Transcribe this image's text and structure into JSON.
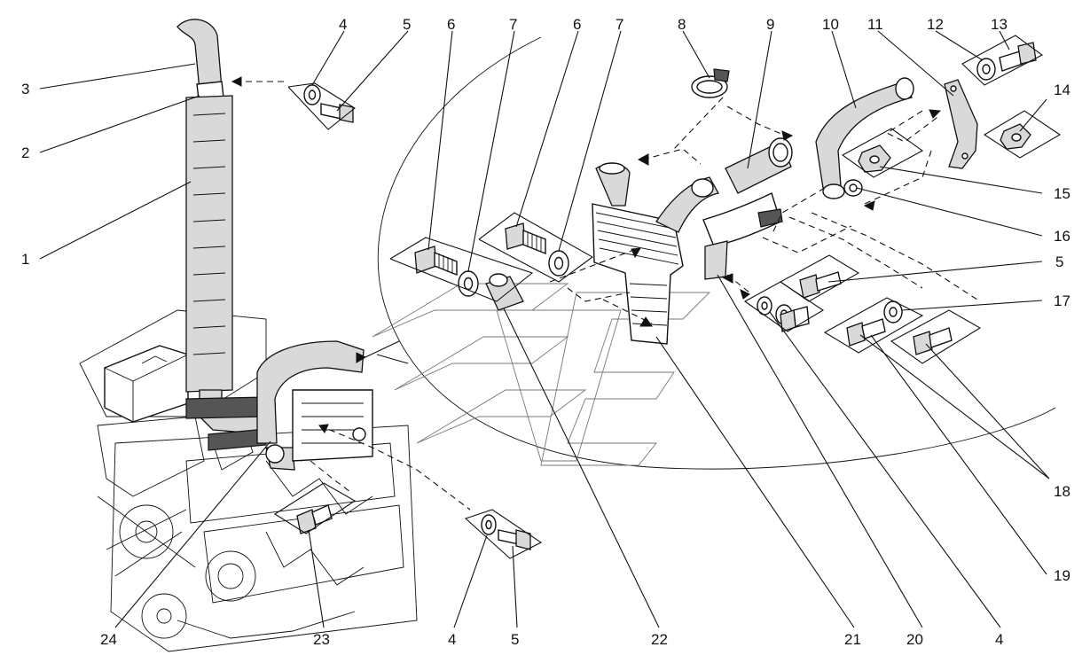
{
  "callouts": [
    "1",
    "2",
    "3",
    "4",
    "5",
    "6",
    "7",
    "8",
    "9",
    "10",
    "11",
    "12",
    "13",
    "14",
    "15",
    "16",
    "17",
    "18",
    "19",
    "20",
    "21",
    "22",
    "23",
    "24"
  ],
  "labels": {
    "top": [
      {
        "id": "4",
        "text": "4"
      },
      {
        "id": "5",
        "text": "5"
      },
      {
        "id": "6a",
        "text": "6"
      },
      {
        "id": "7a",
        "text": "7"
      },
      {
        "id": "6b",
        "text": "6"
      },
      {
        "id": "7b",
        "text": "7"
      },
      {
        "id": "8",
        "text": "8"
      },
      {
        "id": "9",
        "text": "9"
      },
      {
        "id": "10",
        "text": "10"
      },
      {
        "id": "11",
        "text": "11"
      },
      {
        "id": "12",
        "text": "12"
      },
      {
        "id": "13",
        "text": "13"
      }
    ],
    "left": [
      {
        "id": "3",
        "text": "3"
      },
      {
        "id": "2",
        "text": "2"
      },
      {
        "id": "1",
        "text": "1"
      }
    ],
    "right": [
      {
        "id": "14",
        "text": "14"
      },
      {
        "id": "15",
        "text": "15"
      },
      {
        "id": "16",
        "text": "16"
      },
      {
        "id": "5r",
        "text": "5"
      },
      {
        "id": "17",
        "text": "17"
      },
      {
        "id": "18",
        "text": "18"
      },
      {
        "id": "19",
        "text": "19"
      }
    ],
    "bottom": [
      {
        "id": "24",
        "text": "24"
      },
      {
        "id": "23",
        "text": "23"
      },
      {
        "id": "4b",
        "text": "4"
      },
      {
        "id": "5b",
        "text": "5"
      },
      {
        "id": "22",
        "text": "22"
      },
      {
        "id": "21",
        "text": "21"
      },
      {
        "id": "20",
        "text": "20"
      },
      {
        "id": "4c",
        "text": "4"
      }
    ]
  },
  "parts": {
    "1": "muffler-perforated",
    "2": "muffler-band",
    "3": "exhaust-elbow",
    "4": "washer",
    "5": "bolt",
    "6": "bolt-long",
    "7": "washer-large",
    "8": "hose-clamp",
    "9": "exhaust-pipe-sleeve",
    "10": "exhaust-pipe-bent",
    "11": "bracket",
    "12": "washer",
    "13": "bolt",
    "14": "nut",
    "15": "nut",
    "16": "gasket",
    "17": "washer",
    "18": "bolt",
    "19": "bolt",
    "20": "washer",
    "21": "exhaust-manifold-bracket",
    "22": "spacer-sleeve",
    "23": "bolt",
    "24": "exhaust-pipe-assembly"
  },
  "colors": {
    "ink": "#111111",
    "background": "#ffffff",
    "fill": "#d9d9d9"
  }
}
